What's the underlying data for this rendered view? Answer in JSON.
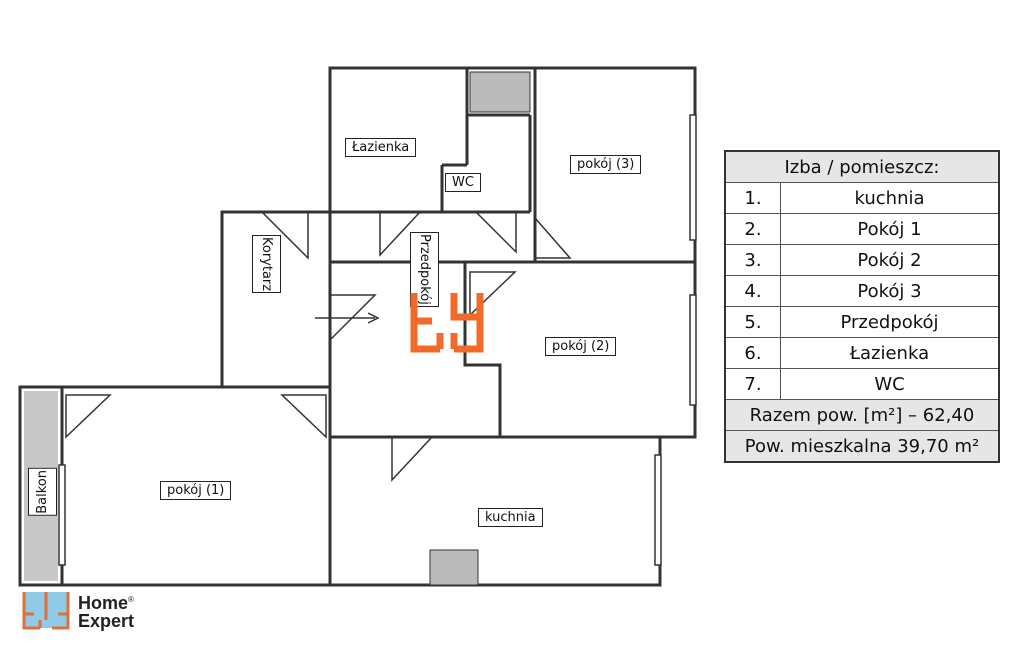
{
  "rooms": {
    "lazienka": "Łazienka",
    "wc": "WC",
    "pokoj3": "pokój (3)",
    "korytarz": "Korytarz",
    "przedpokoj": "Przedpokój",
    "pokoj2": "pokój (2)",
    "pokoj1": "pokój (1)",
    "kuchnia": "kuchnia",
    "balkon": "Balkon"
  },
  "legend": {
    "header": "Izba / pomieszcz:",
    "rows": [
      {
        "num": "1.",
        "name": "kuchnia"
      },
      {
        "num": "2.",
        "name": "Pokój 1"
      },
      {
        "num": "3.",
        "name": "Pokój 2"
      },
      {
        "num": "4.",
        "name": "Pokój 3"
      },
      {
        "num": "5.",
        "name": "Przedpokój"
      },
      {
        "num": "6.",
        "name": "Łazienka"
      },
      {
        "num": "7.",
        "name": "WC"
      }
    ],
    "total_area": "Razem pow. [m²] – 62,40",
    "living_area": "Pow. mieszkalna 39,70 m²"
  },
  "logo": {
    "line1": "Home",
    "line2": "Expert",
    "mark": "®"
  },
  "colors": {
    "accent": "#f26a2a",
    "logo_blue": "#8fcbe6",
    "wall": "#333333"
  }
}
